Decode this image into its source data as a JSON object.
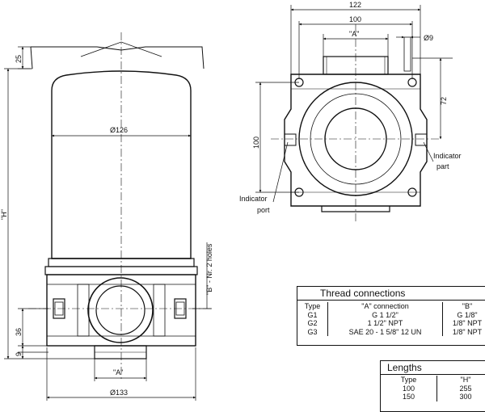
{
  "dimensions": {
    "d_122": "122",
    "d_100_top": "100",
    "d_A_top": "\"A\"",
    "d_9": "Ø9",
    "d_72": "72",
    "d_100_side": "100",
    "d_25": "25",
    "d_H": "\"H\"",
    "d_126": "Ø126",
    "d_36": "36",
    "d_9_bottom": "9",
    "d_A_bottom": "\"A\"",
    "d_133": "Ø133"
  },
  "callouts": {
    "indicator_right": [
      "Indicator",
      "part"
    ],
    "indicator_left": [
      "Indicator",
      "port"
    ],
    "b_holes": "\"B\" - Nr. 2 holes"
  },
  "thread_table": {
    "title": "Thread connections",
    "headers": [
      "Type",
      "\"A\" connection",
      "\"B\""
    ],
    "rows": [
      [
        "G1",
        "G 1 1/2\"",
        "G 1/8\""
      ],
      [
        "G2",
        "1 1/2\" NPT",
        "1/8\" NPT"
      ],
      [
        "G3",
        "SAE 20 - 1 5/8\" 12 UN",
        "1/8\" NPT"
      ]
    ]
  },
  "lengths_table": {
    "title": "Lengths",
    "headers": [
      "Type",
      "\"H\""
    ],
    "rows": [
      [
        "100",
        "255"
      ],
      [
        "150",
        "300"
      ]
    ]
  }
}
